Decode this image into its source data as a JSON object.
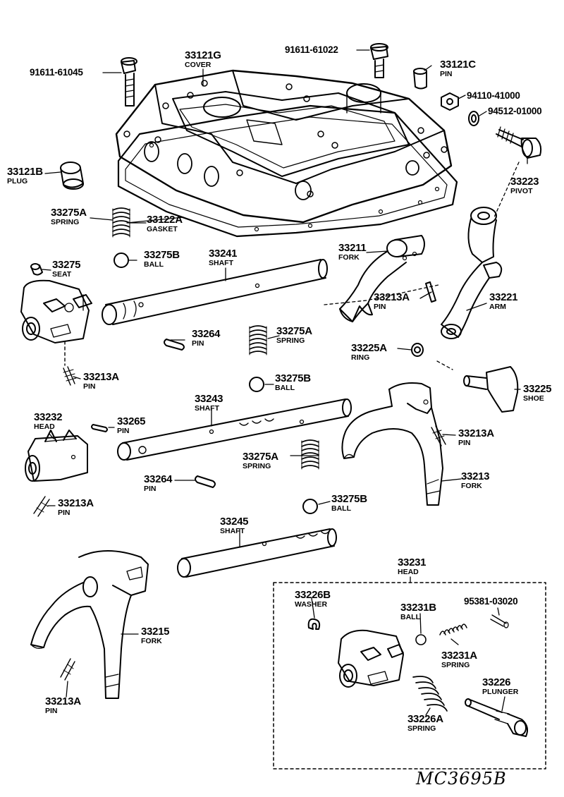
{
  "diagram_code": "MC3695B",
  "parts": [
    {
      "id": "p0",
      "number": "33121G",
      "name": "COVER"
    },
    {
      "id": "p1",
      "number": "91611-61022",
      "name": ""
    },
    {
      "id": "p2",
      "number": "91611-61045",
      "name": ""
    },
    {
      "id": "p3",
      "number": "33121C",
      "name": "PIN"
    },
    {
      "id": "p4",
      "number": "94110-41000",
      "name": ""
    },
    {
      "id": "p5",
      "number": "94512-01000",
      "name": ""
    },
    {
      "id": "p6",
      "number": "33121B",
      "name": "PLUG"
    },
    {
      "id": "p7",
      "number": "33223",
      "name": "PIVOT"
    },
    {
      "id": "p8",
      "number": "33275A",
      "name": "SPRING"
    },
    {
      "id": "p9",
      "number": "33122A",
      "name": "GASKET"
    },
    {
      "id": "p10",
      "number": "33275B",
      "name": "BALL"
    },
    {
      "id": "p11",
      "number": "33241",
      "name": "SHAFT"
    },
    {
      "id": "p12",
      "number": "33211",
      "name": "FORK"
    },
    {
      "id": "p13",
      "number": "33275",
      "name": "SEAT"
    },
    {
      "id": "p14",
      "number": "33213A",
      "name": "PIN"
    },
    {
      "id": "p15",
      "number": "33221",
      "name": "ARM"
    },
    {
      "id": "p16",
      "number": "33264",
      "name": "PIN"
    },
    {
      "id": "p17",
      "number": "33275A",
      "name": "SPRING"
    },
    {
      "id": "p18",
      "number": "33225A",
      "name": "RING"
    },
    {
      "id": "p19",
      "number": "33213A",
      "name": "PIN"
    },
    {
      "id": "p20",
      "number": "33275B",
      "name": "BALL"
    },
    {
      "id": "p21",
      "number": "33225",
      "name": "SHOE"
    },
    {
      "id": "p22",
      "number": "33243",
      "name": "SHAFT"
    },
    {
      "id": "p23",
      "number": "33232",
      "name": "HEAD"
    },
    {
      "id": "p24",
      "number": "33265",
      "name": "PIN"
    },
    {
      "id": "p25",
      "number": "33213A",
      "name": "PIN"
    },
    {
      "id": "p26",
      "number": "33275A",
      "name": "SPRING"
    },
    {
      "id": "p27",
      "number": "33213",
      "name": "FORK"
    },
    {
      "id": "p28",
      "number": "33264",
      "name": "PIN"
    },
    {
      "id": "p29",
      "number": "33213A",
      "name": "PIN"
    },
    {
      "id": "p30",
      "number": "33275B",
      "name": "BALL"
    },
    {
      "id": "p31",
      "number": "33245",
      "name": "SHAFT"
    },
    {
      "id": "p32",
      "number": "33231",
      "name": "HEAD"
    },
    {
      "id": "p33",
      "number": "33226B",
      "name": "WASHER"
    },
    {
      "id": "p34",
      "number": "33231B",
      "name": "BALL"
    },
    {
      "id": "p35",
      "number": "95381-03020",
      "name": ""
    },
    {
      "id": "p36",
      "number": "33215",
      "name": "FORK"
    },
    {
      "id": "p37",
      "number": "33231A",
      "name": "SPRING"
    },
    {
      "id": "p38",
      "number": "33226",
      "name": "PLUNGER"
    },
    {
      "id": "p39",
      "number": "33213A",
      "name": "PIN"
    },
    {
      "id": "p40",
      "number": "33226A",
      "name": "SPRING"
    }
  ]
}
